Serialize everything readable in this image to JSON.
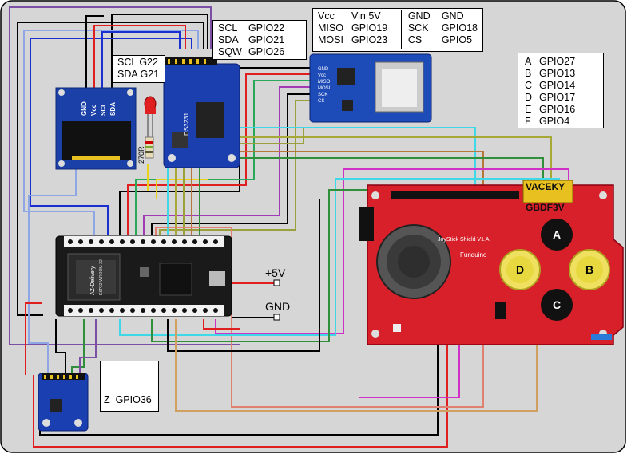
{
  "labels": {
    "rtc_pins": [
      {
        "name": "SCL",
        "value": "GPIO22"
      },
      {
        "name": "SDA",
        "value": "GPIO21"
      },
      {
        "name": "SQW",
        "value": "GPIO26"
      }
    ],
    "oled_pins": [
      "SCL G22",
      "SDA G21"
    ],
    "sd_left": [
      {
        "name": "Vcc",
        "value": "Vin 5V"
      },
      {
        "name": "MISO",
        "value": "GPIO19"
      },
      {
        "name": "MOSI",
        "value": "GPIO23"
      }
    ],
    "sd_right": [
      {
        "name": "GND",
        "value": "GND"
      },
      {
        "name": "SCK",
        "value": "GPIO18"
      },
      {
        "name": "CS",
        "value": "GPIO5"
      }
    ],
    "buttons": [
      {
        "name": "A",
        "value": "GPIO27"
      },
      {
        "name": "B",
        "value": "GPIO13"
      },
      {
        "name": "C",
        "value": "GPIO14"
      },
      {
        "name": "D",
        "value": "GPIO17"
      },
      {
        "name": "E",
        "value": "GPIO16"
      },
      {
        "name": "F",
        "value": "GPIO4"
      }
    ],
    "z_axis": "Z  GPIO36",
    "power_5v": "+5V",
    "power_gnd": "GND",
    "resistor": "270R"
  },
  "shield": {
    "title": "JoyStick Shield V1.A",
    "brand": "Funduino",
    "buttons": [
      "A",
      "B",
      "C",
      "D"
    ],
    "header_text": "VACEKY",
    "header_text2": "GBDF3V"
  },
  "rtc_module": {
    "chip": "DS3231"
  },
  "sd_module": {
    "pins": [
      "GND",
      "Vcc",
      "MISO",
      "MOSI",
      "SCK",
      "CS"
    ]
  },
  "esp32": {
    "name": "ESP32-WROOM-32",
    "maker": "AZ-Delivery"
  },
  "oled": {
    "pins": [
      "GND",
      "Vcc",
      "SCL",
      "SDA"
    ]
  },
  "colors": {
    "background": "#d6d6d6",
    "shield_red": "#d8202a",
    "esp_board": "#1a1a1a",
    "rtc_blue": "#1c3fb0",
    "sd_blue": "#1d4bb8",
    "oled_blue": "#1b40a8"
  }
}
